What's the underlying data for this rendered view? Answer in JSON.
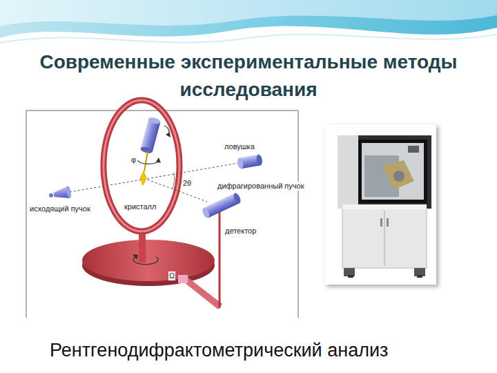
{
  "diagram": {
    "title": "Современные экспериментальные методы исследования",
    "caption": "Рентгенодифрактометрический анализ",
    "labels": [
      "ловушка",
      "φ",
      "дифрагированный пучок",
      "2θ",
      "исходящий пучок",
      "кристалл",
      "детектор",
      "Ω"
    ]
  }
}
